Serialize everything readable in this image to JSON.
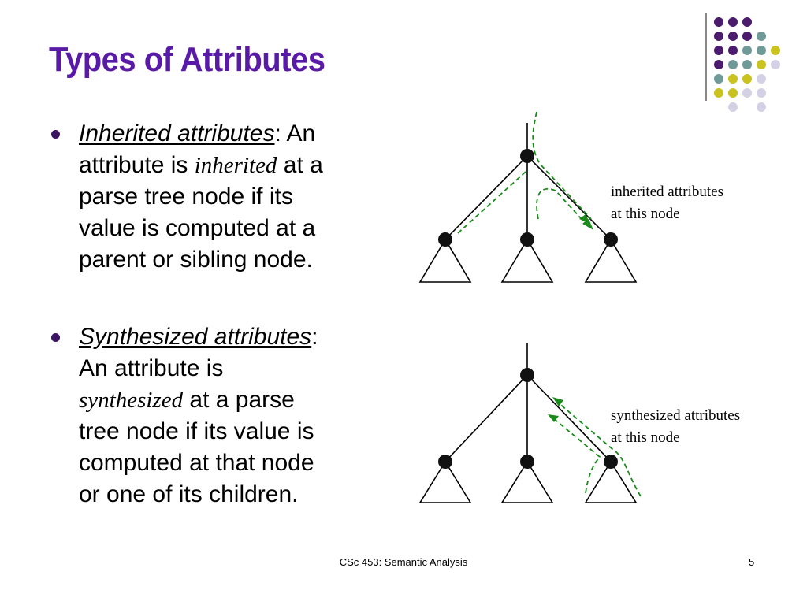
{
  "title": "Types of Attributes",
  "bullets": [
    {
      "term": "Inherited attributes",
      "sep": ": ",
      "lines": [
        {
          "pre": "An",
          "emph": "",
          "post": ""
        },
        {
          "pre": "attribute is ",
          "emph": "inherited",
          "post": " at a"
        },
        {
          "pre": "parse tree node if its",
          "emph": "",
          "post": ""
        },
        {
          "pre": "value is computed at a",
          "emph": "",
          "post": ""
        },
        {
          "pre": "parent or sibling node.",
          "emph": "",
          "post": ""
        }
      ]
    },
    {
      "term": "Synthesized attributes",
      "sep": ":",
      "lines": [
        {
          "pre": "",
          "emph": "",
          "post": ""
        },
        {
          "pre": "An attribute is",
          "emph": "",
          "post": ""
        },
        {
          "pre": "",
          "emph": "synthesized",
          "post": " at a parse"
        },
        {
          "pre": "tree node if its value is",
          "emph": "",
          "post": ""
        },
        {
          "pre": "computed at that node",
          "emph": "",
          "post": ""
        },
        {
          "pre": "or one of its children.",
          "emph": "",
          "post": ""
        }
      ]
    }
  ],
  "diagrams": {
    "inherited": {
      "label_line1": "inherited attributes",
      "label_line2": "at this node"
    },
    "synthesized": {
      "label_line1": "synthesized attributes",
      "label_line2": "at this node"
    }
  },
  "decor": {
    "dot_colors": {
      "purple": "#4b1c6e",
      "teal": "#6f9a98",
      "yellow": "#c9c21f",
      "lavender": "#d4d1e6"
    },
    "title_color": "#5a1aa8",
    "arrow_color": "#1a8a1a"
  },
  "footer": {
    "course": "CSc 453: Semantic Analysis",
    "page": "5"
  }
}
